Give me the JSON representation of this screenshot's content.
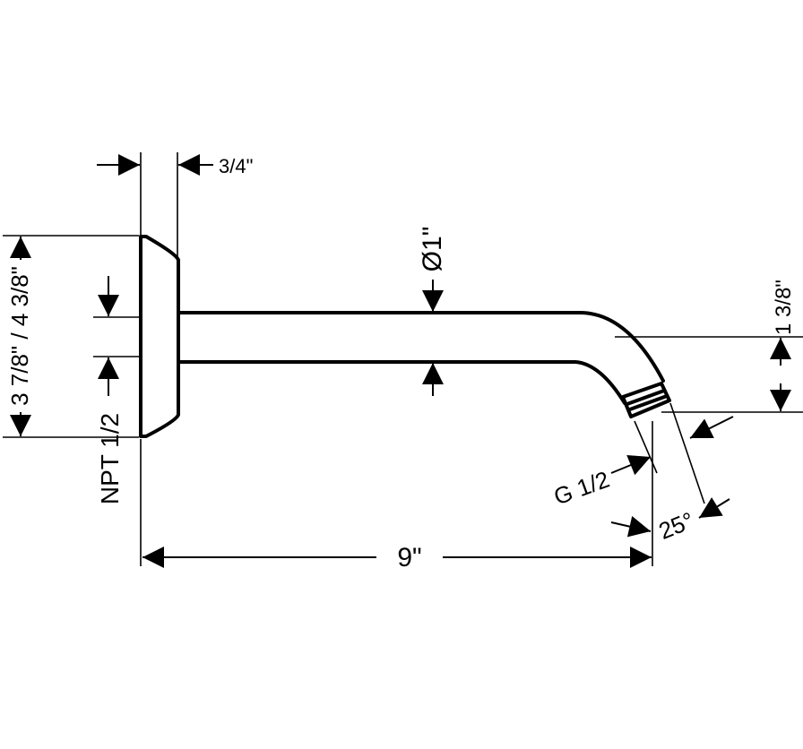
{
  "drawing": {
    "dimensions": {
      "flange_thickness": "3/4\"",
      "arm_diameter": "Ø1\"",
      "flange_height": "3 7/8\" / 4 3/8\"",
      "inlet_thread": "NPT 1/2",
      "outlet_drop": "1 3/8\"",
      "outlet_thread": "G 1/2",
      "outlet_angle": "25°",
      "arm_length": "9\""
    }
  },
  "colors": {
    "line": "#000000",
    "background": "#ffffff"
  }
}
